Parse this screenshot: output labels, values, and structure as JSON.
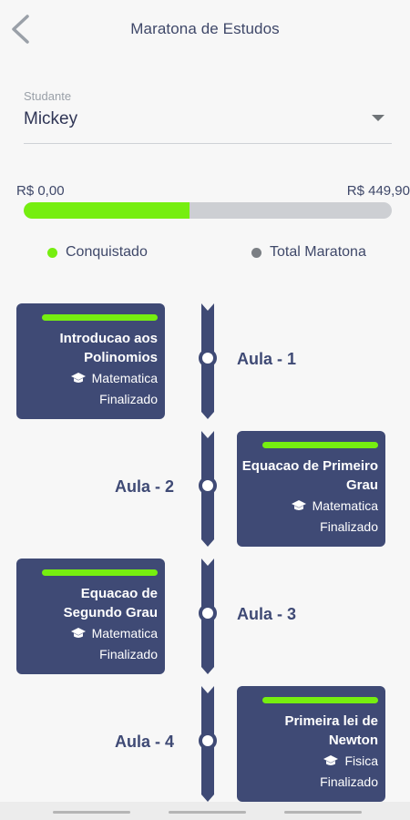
{
  "header": {
    "title": "Maratona de Estudos"
  },
  "student": {
    "label": "Studante",
    "value": "Mickey"
  },
  "progress": {
    "min_label": "R$ 0,00",
    "max_label": "R$ 449,90",
    "fraction": 0.45
  },
  "legend": {
    "achieved": "Conquistado",
    "total": "Total Maratona"
  },
  "colors": {
    "primary": "#3f4a75",
    "accent": "#76ee10",
    "track": "#cdcfd3",
    "total_dot": "#7b7f84"
  },
  "lessons": [
    {
      "aula": "Aula - 1",
      "title": "Introducao aos Polinomios",
      "subject": "Matematica",
      "status": "Finalizado",
      "icon": "graduation-cap-icon"
    },
    {
      "aula": "Aula - 2",
      "title": "Equacao de Primeiro Grau",
      "subject": "Matematica",
      "status": "Finalizado",
      "icon": "graduation-cap-icon"
    },
    {
      "aula": "Aula - 3",
      "title": "Equacao de Segundo Grau",
      "subject": "Matematica",
      "status": "Finalizado",
      "icon": "graduation-cap-icon"
    },
    {
      "aula": "Aula - 4",
      "title": "Primeira lei de Newton",
      "subject": "Fisica",
      "status": "Finalizado",
      "icon": "graduation-cap-icon"
    }
  ]
}
